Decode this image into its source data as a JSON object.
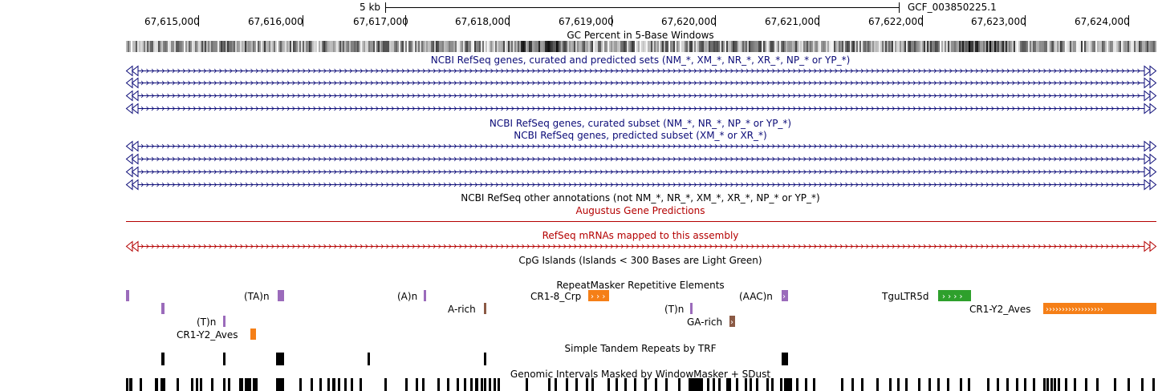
{
  "scale_bar": {
    "label": "5 kb",
    "assembly": "GCF_003850225.1"
  },
  "ruler": {
    "ticks": [
      "67,615,000",
      "67,616,000",
      "67,617,000",
      "67,618,000",
      "67,619,000",
      "67,620,000",
      "67,621,000",
      "67,622,000",
      "67,623,000",
      "67,624,000"
    ]
  },
  "tracks": {
    "gc_percent": "GC Percent in 5-Base Windows",
    "refseq_all": "NCBI RefSeq genes, curated and predicted sets (NM_*, XM_*, NR_*, XR_*, NP_* or YP_*)",
    "refseq_curated": "NCBI RefSeq genes, curated subset (NM_*, NR_*, NP_* or YP_*)",
    "refseq_predicted": "NCBI RefSeq genes, predicted subset (XM_* or XR_*)",
    "refseq_other": "NCBI RefSeq other annotations (not NM_*, NR_*, XM_*, XR_*, NP_* or YP_*)",
    "augustus": "Augustus Gene Predictions",
    "refseq_mrna": "RefSeq mRNAs mapped to this assembly",
    "cpg": "CpG Islands (Islands < 300 Bases are Light Green)",
    "repeatmasker": "RepeatMasker Repetitive Elements",
    "trf": "Simple Tandem Repeats by TRF",
    "windowmasker": "Genomic Intervals Masked by WindowMasker + SDust"
  },
  "repeat_labels": {
    "ta_n": "(TA)n",
    "a_n": "(A)n",
    "cr1_8_crp": "CR1-8_Crp",
    "aac_n": "(AAC)n",
    "tgultr5d": "TguLTR5d",
    "a_rich": "A-rich",
    "t_n_1": "(T)n",
    "cr1_y2_aves_1": "CR1-Y2_Aves",
    "t_n_2": "(T)n",
    "ga_rich": "GA-rich",
    "cr1_y2_aves_2": "CR1-Y2_Aves"
  },
  "colors": {
    "navy": "#0c0c78",
    "augustus_red": "#b40000",
    "simple_repeat": "#9b6bbb",
    "line_orange": "#f57f17",
    "ltr_green": "#2ea02c",
    "low_complexity": "#8b5a45"
  }
}
